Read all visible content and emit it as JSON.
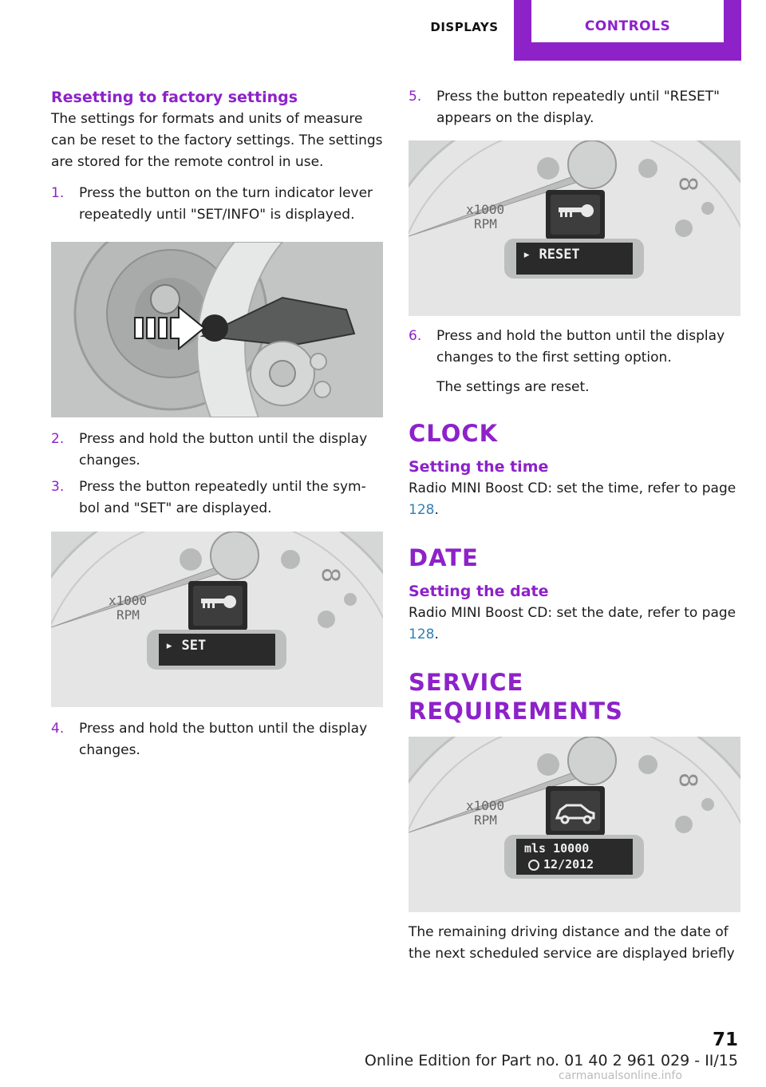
{
  "header": {
    "tab_displays": "DISPLAYS",
    "tab_controls": "CONTROLS",
    "accent": "#8d22c9"
  },
  "left": {
    "subhead": "Resetting to factory settings",
    "intro": "The settings for formats and units of measure can be reset to the factory settings. The settings are stored for the remote control in use.",
    "steps": [
      {
        "num": "1.",
        "text": "Press the button on the turn indicator lever repeatedly until \"SET/INFO\" is displayed."
      },
      {
        "num": "2.",
        "text": "Press and hold the button until the display changes."
      },
      {
        "num": "3.",
        "text": "Press the button repeatedly until the sym-bol and \"SET\" are displayed."
      },
      {
        "num": "4.",
        "text": "Press and hold the button until the display changes."
      }
    ],
    "fig2_display": "SET",
    "fig2_rpm": "x1000\nRPM"
  },
  "right": {
    "steps": [
      {
        "num": "5.",
        "text": "Press the button repeatedly until \"RESET\" appears on the display."
      },
      {
        "num": "6.",
        "text": "Press and hold the button until the display changes to the first setting option."
      }
    ],
    "step6_note": "The settings are reset.",
    "fig3_display": "RESET",
    "clock": {
      "heading": "CLOCK",
      "subhead": "Setting the time",
      "text_before": "Radio MINI Boost CD: set the time, refer to page ",
      "link": "128",
      "text_after": "."
    },
    "date": {
      "heading": "DATE",
      "subhead": "Setting the date",
      "text_before": "Radio MINI Boost CD: set the date, refer to page ",
      "link": "128",
      "text_after": "."
    },
    "service": {
      "heading": "SERVICE REQUIREMENTS",
      "display_line1": "mls 10000",
      "display_line2": "12/2012",
      "text": "The remaining driving distance and the date of the next scheduled service are displayed briefly"
    }
  },
  "footer": {
    "page_number": "71",
    "edition": "Online Edition for Part no. 01 40 2 961 029 - II/15",
    "watermark": "carmanualsonline.info"
  }
}
